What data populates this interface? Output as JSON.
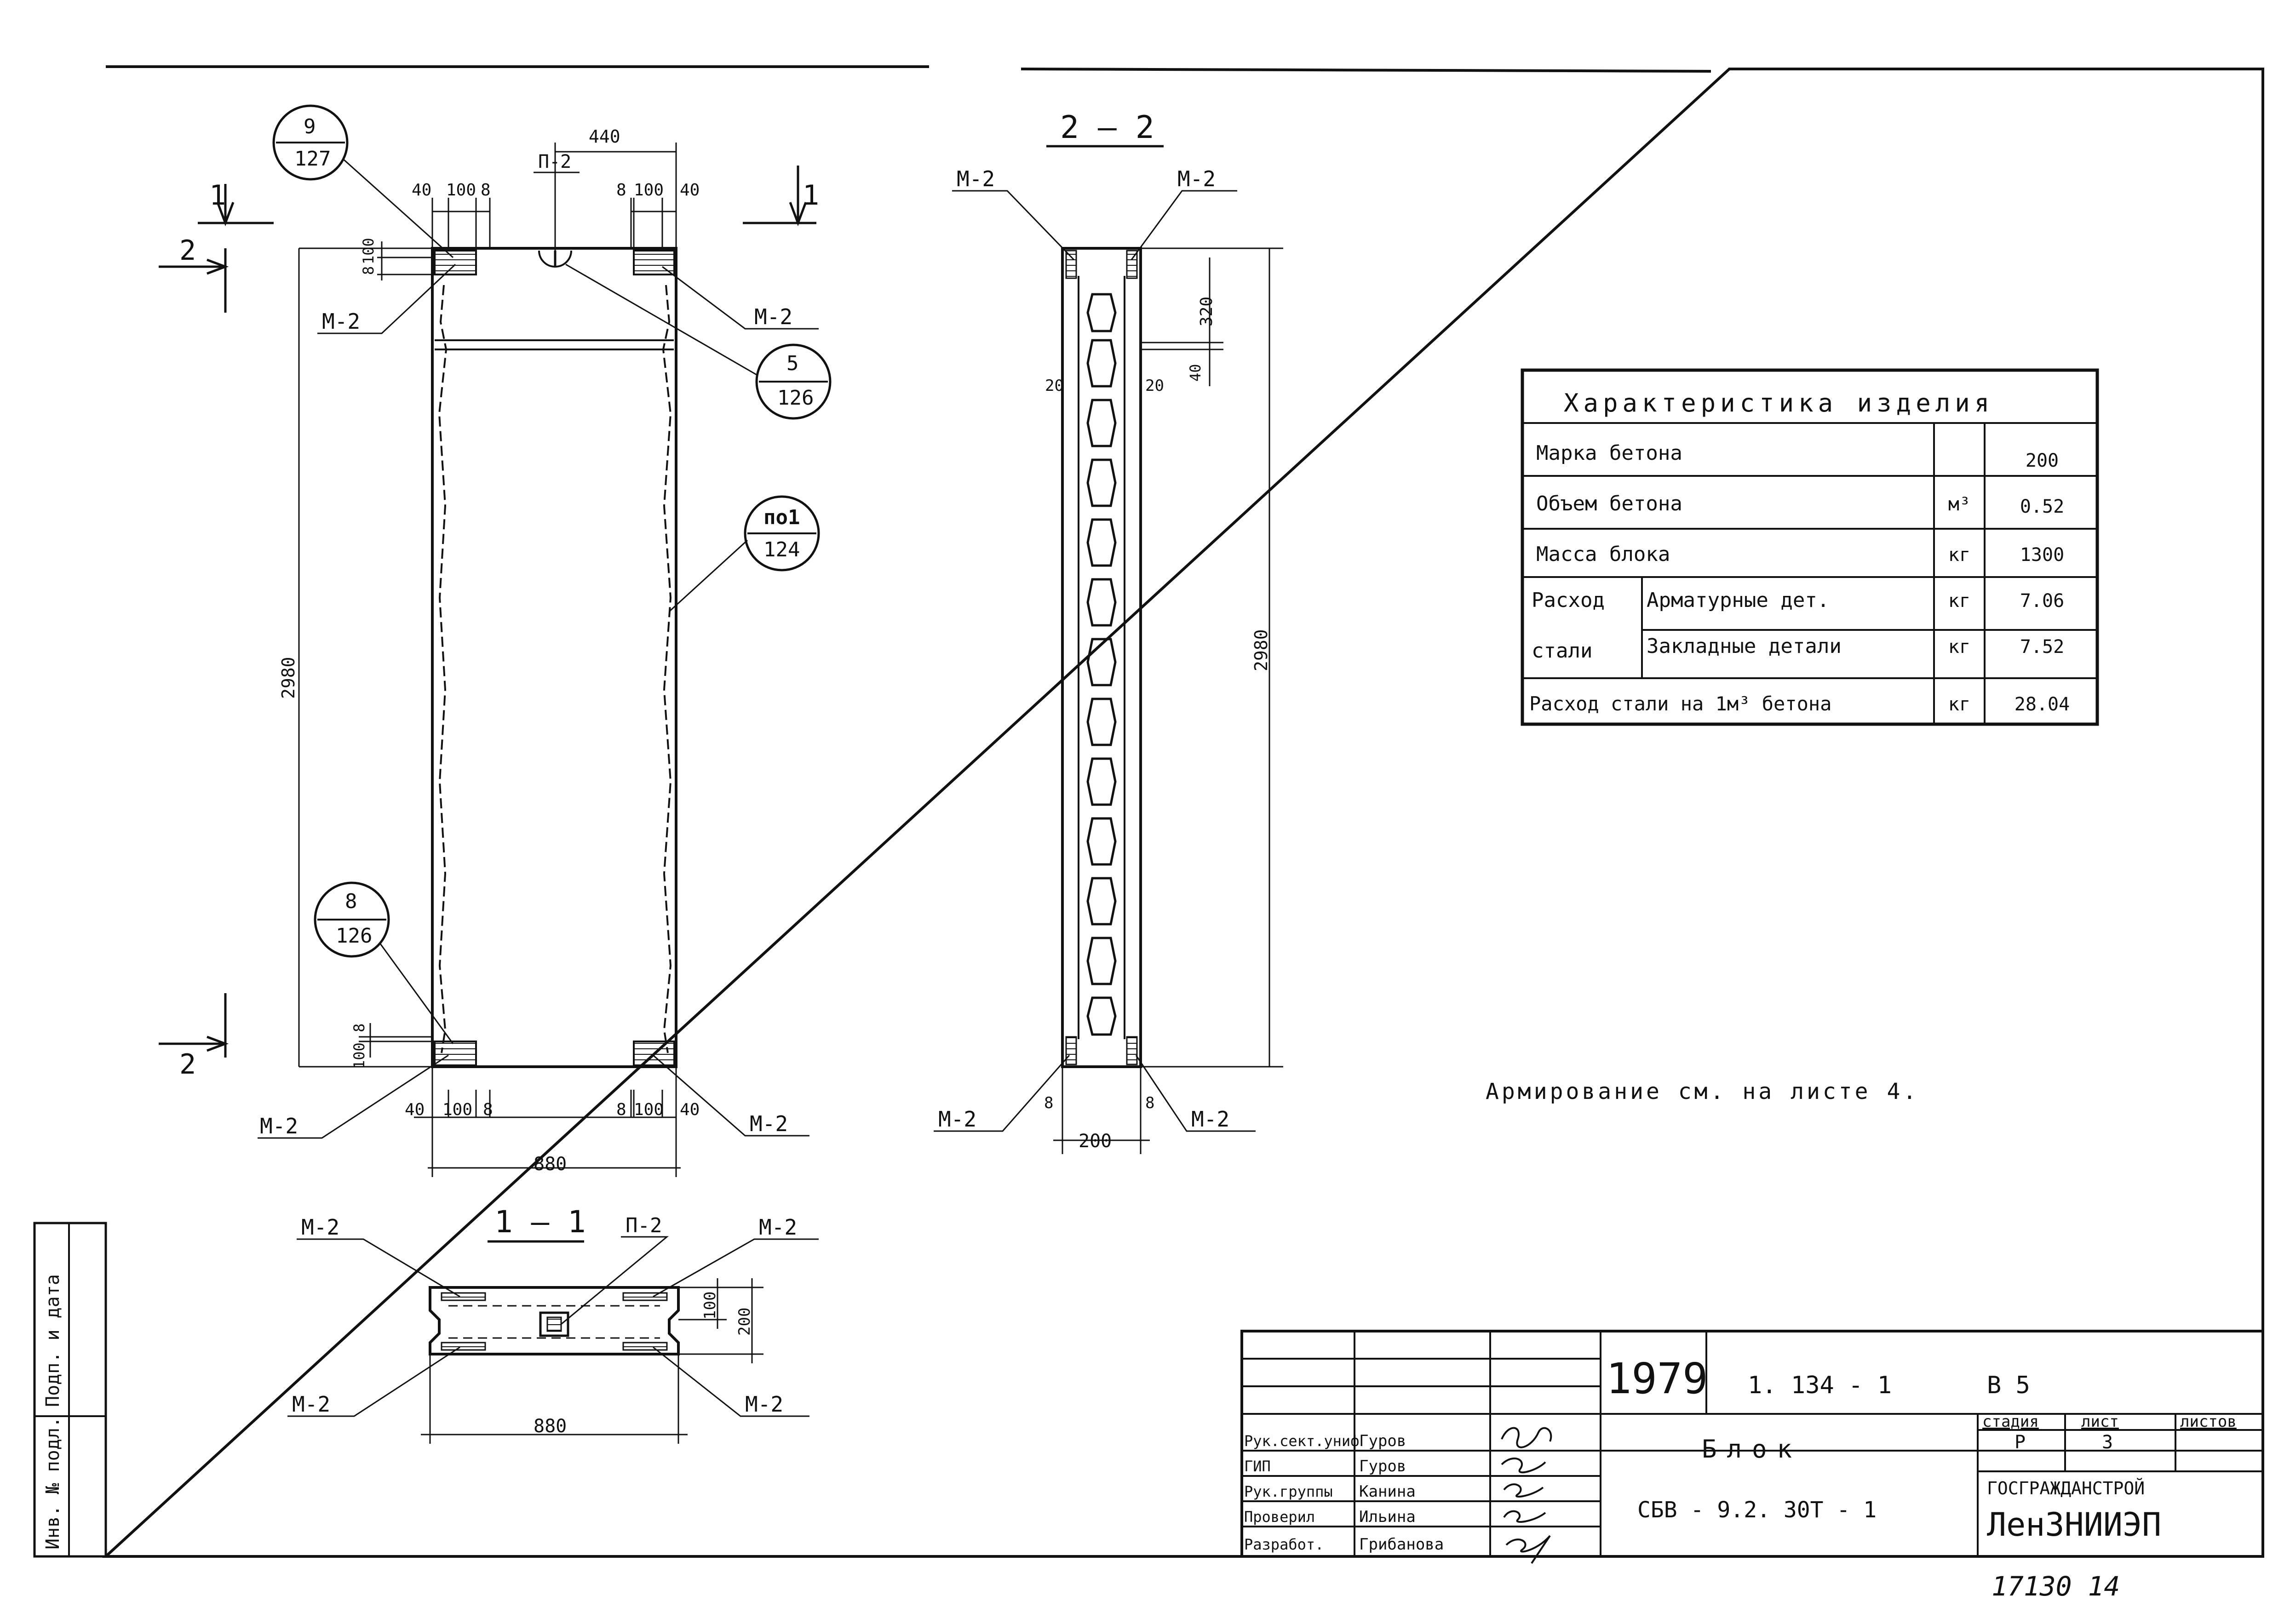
{
  "views": {
    "front": {
      "section_marks": {
        "s1": "1",
        "s2": "2"
      },
      "dims": {
        "top_total": "440",
        "top_left_40": "40",
        "top_left_100": "100",
        "top_left_8": "8",
        "top_right_8": "8",
        "top_right_100": "100",
        "top_right_40": "40",
        "left_8": "8",
        "left_100": "100",
        "height": "2980",
        "bot_left_100": "100",
        "bot_left_8": "8",
        "bot_40": "40",
        "bot_100a": "100",
        "bot_8a": "8",
        "bot_8b": "8",
        "bot_100b": "100",
        "bot_40b": "40",
        "width": "880"
      },
      "labels": {
        "p2": "П-2",
        "m2_tl": "М-2",
        "m2_tr": "М-2",
        "m2_bl": "М-2",
        "m2_br": "М-2"
      },
      "callouts": {
        "c1_top": "9",
        "c1_bot": "127",
        "c2_top": "5",
        "c2_bot": "126",
        "c3_top": "по1",
        "c3_bot": "124",
        "c4_top": "8",
        "c4_bot": "126"
      }
    },
    "section22": {
      "title": "2 — 2",
      "m2_tl": "М-2",
      "m2_tr": "М-2",
      "m2_bl": "М-2",
      "m2_br": "М-2",
      "dims": {
        "d320": "320",
        "d40": "40",
        "d20l": "20",
        "d20r": "20",
        "height": "2980",
        "d8l": "8",
        "d8r": "8",
        "width": "200"
      }
    },
    "section11": {
      "title": "1 — 1",
      "p2": "П-2",
      "m2_tl": "М-2",
      "m2_tr": "М-2",
      "m2_bl": "М-2",
      "m2_br": "М-2",
      "dims": {
        "d100": "100",
        "d200": "200",
        "width": "880"
      }
    }
  },
  "spec_table": {
    "title": "Характеристика изделия",
    "rows": [
      {
        "label": "Марка бетона",
        "unit": "",
        "value": "200"
      },
      {
        "label": "Объем бетона",
        "unit": "м³",
        "value": "0.52"
      },
      {
        "label": "Масса блока",
        "unit": "кг",
        "value": "1300"
      },
      {
        "label_a": "Расход",
        "label_b": "Арматурные дет.",
        "unit": "кг",
        "value": "7.06"
      },
      {
        "label_a": "стали",
        "label_b": "Закладные детали",
        "unit": "кг",
        "value": "7.52"
      },
      {
        "label": "Расход стали на 1м³ бетона",
        "unit": "кг",
        "value": "28.04"
      }
    ]
  },
  "note": "Армирование см. на листе 4.",
  "side_stamp": {
    "a": "Инв. № подл.",
    "b": "Подп. и дата"
  },
  "title_block": {
    "year": "1979",
    "series": "1. 134 - 1",
    "issue": "В 5",
    "roles": [
      {
        "role": "Рук.сект.униф",
        "name": "Гуров"
      },
      {
        "role": "ГИП",
        "name": "Гуров"
      },
      {
        "role": "Рук.группы",
        "name": "Канина"
      },
      {
        "role": "Проверил",
        "name": "Ильина"
      },
      {
        "role": "Разработ.",
        "name": "Грибанова"
      }
    ],
    "item_name": "Блок",
    "item_mark": "СБВ - 9.2. 30Т - 1",
    "stage_h": "стадия",
    "sheet_h": "лист",
    "sheets_h": "листов",
    "stage": "Р",
    "sheet": "3",
    "sheets": "",
    "org1": "ГОСГРАЖДАНСТРОЙ",
    "org2": "ЛенЗНИИЭП"
  },
  "bottom_note": "17130 14"
}
